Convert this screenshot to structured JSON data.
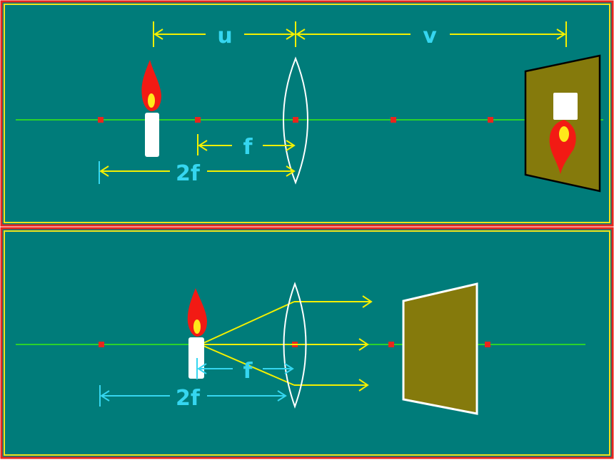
{
  "colors": {
    "background": "#007C7A",
    "outer_border": "#E8261E",
    "inner_border": "#F2E21A",
    "axis": "#2BD22B",
    "focal_point": "#E8261E",
    "lens": "#FFFFFF",
    "dim_yellow": "#F4F000",
    "dim_cyan": "#35D6F0",
    "screen_fill": "#857A0C",
    "flame_outer": "#F21A14",
    "flame_inner": "#FFE81A",
    "candle": "#FFFFFF"
  },
  "top_panel": {
    "label_u": "u",
    "label_v": "v",
    "label_f": "f",
    "label_2f": "2f"
  },
  "bottom_panel": {
    "label_f": "f",
    "label_2f": "2f"
  }
}
